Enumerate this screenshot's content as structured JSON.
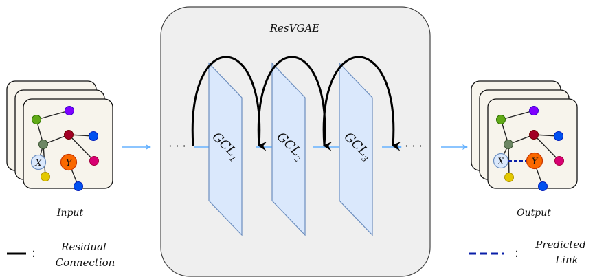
{
  "diagram": {
    "title": "ResVGAE",
    "input_label": "Input",
    "output_label": "Output",
    "layers": [
      {
        "base": "GCL",
        "sub": "1"
      },
      {
        "base": "GCL",
        "sub": "2"
      },
      {
        "base": "GCL",
        "sub": "3"
      }
    ],
    "ellipsis": "· · ·",
    "node_x": "X",
    "node_y": "Y",
    "legend": {
      "residual_colon": ":",
      "residual_line1": "Residual",
      "residual_line2": "Connection",
      "predicted_colon": ":",
      "predicted_line1": "Predicted",
      "predicted_line2": "Link"
    }
  },
  "colors": {
    "panel_fill": "#efefef",
    "panel_stroke": "#444444",
    "layer_fill": "#dae8fc",
    "layer_stroke": "#6c8ebf",
    "flow_arrow": "#66b2ff",
    "residual_arrow": "#000000",
    "predicted_link": "#0a1fa8",
    "card_fill": "#f7f4ec",
    "node_green": "#60a917",
    "node_purple": "#7f00ff",
    "node_darkred": "#a20025",
    "node_blue": "#0050ef",
    "node_olive": "#6d8764",
    "node_x": "#dae8fc",
    "node_orange": "#fa6800",
    "node_magenta": "#d80073",
    "node_yellow": "#e3c800"
  }
}
